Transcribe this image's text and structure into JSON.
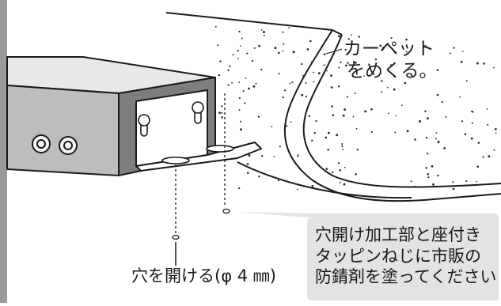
{
  "labels": {
    "carpet": [
      "カーペット",
      "をめくる。"
    ],
    "hole": "穴を開ける(φ 4 ㎜)",
    "note": [
      "穴開け加工部と座付き",
      "タッピンねじに市販の",
      "防錆剤を塗ってください"
    ]
  },
  "colors": {
    "line": "#1a1a1a",
    "device_front": "#bdbdbd",
    "device_top": "#e9e9e9",
    "device_side": "#7e7e7e",
    "shade_bar": "#9a9a9a",
    "callout_fill": "#e3e3e3",
    "carpet_dots": "#2a2a2a"
  }
}
